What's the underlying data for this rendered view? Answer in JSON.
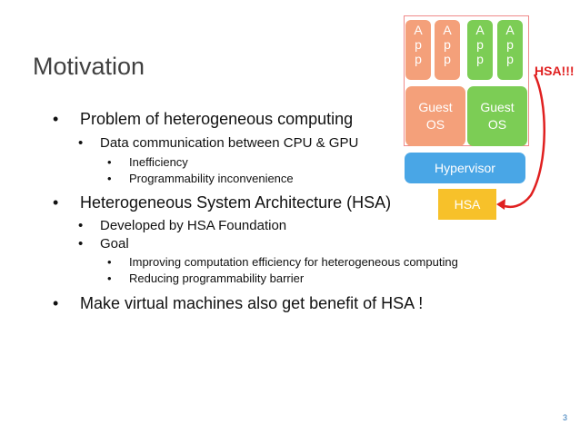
{
  "title": "Motivation",
  "bullets": {
    "b1": "Problem of heterogeneous computing",
    "b1_1": "Data communication between CPU & GPU",
    "b1_1_1": "Inefficiency",
    "b1_1_2": "Programmability inconvenience",
    "b2": "Heterogeneous System Architecture (HSA)",
    "b2_1": "Developed by HSA Foundation",
    "b2_2": "Goal",
    "b2_2_1": "Improving computation efficiency for heterogeneous computing",
    "b2_2_2": "Reducing programmability barrier",
    "b3": "Make virtual machines also get benefit of HSA !"
  },
  "diagram": {
    "app_letters": [
      "A",
      "p",
      "p"
    ],
    "guest_os_line1": "Guest",
    "guest_os_line2": "OS",
    "hypervisor": "Hypervisor",
    "hsa": "HSA",
    "hsa_callout": "HSA!!!"
  },
  "colors": {
    "app_left": "#f4a07a",
    "app_right": "#7ccd55",
    "hypervisor": "#49a6e6",
    "hsa": "#f7c12a",
    "callout": "#e02020"
  },
  "page_number": "3"
}
